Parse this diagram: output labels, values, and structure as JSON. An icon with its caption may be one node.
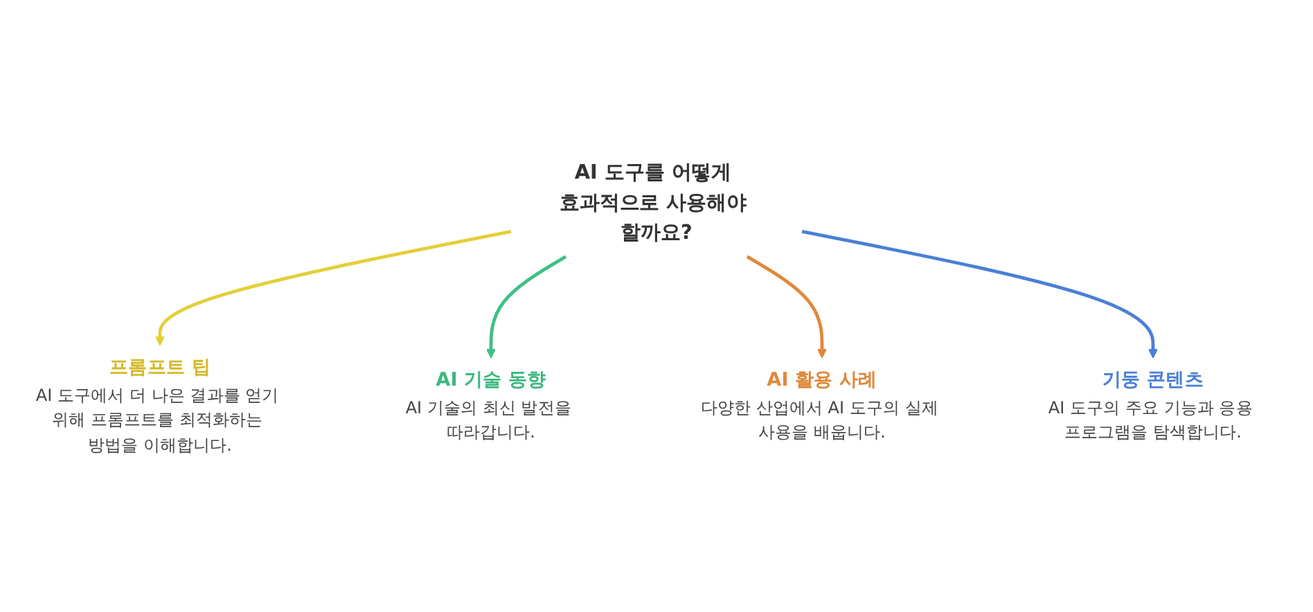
{
  "diagram": {
    "nodes": [
      {
        "text": [
          "AI 도구를 어떻게 효과적으로 사용해야 할까요?"
        ]
      },
      {
        "text": [
          "프롬프트 팁",
          "AI 도구에서 더 나은 결과를 얻기 위해 프롬프트를 최적화하는 방법을 이해합니다."
        ]
      },
      {
        "text": [
          "기둥 콘텐츠",
          "AI 도구의 주요 기능과 응용 프로그램을 탐색합니다."
        ]
      },
      {
        "text": [
          "AI 기술 동향",
          "AI 기술의 최신 발전을 따라갑니다."
        ]
      },
      {
        "text": [
          "AI 활용 사례",
          "다양한 산업에서 AI 도구의 실제 사용을 배웁니다."
        ]
      }
    ],
    "edges": [
      {
        "from": 0,
        "to": 1,
        "arrow": "to",
        "color": "#e3cf3a"
      },
      {
        "from": 0,
        "to": 3,
        "arrow": "to",
        "color": "#3fbf84"
      },
      {
        "from": 0,
        "to": 4,
        "arrow": "to",
        "color": "#e0893a"
      },
      {
        "from": 0,
        "to": 2,
        "arrow": "to",
        "color": "#4a7fd6"
      }
    ]
  }
}
